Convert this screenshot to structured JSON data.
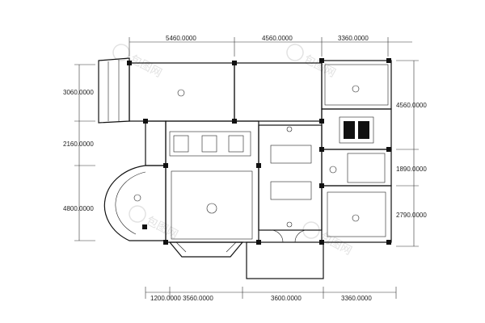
{
  "dimensions": {
    "top": [
      "5460.0000",
      "4560.0000",
      "3360.0000"
    ],
    "left": [
      "3060.0000",
      "2160.0000",
      "4800.0000"
    ],
    "right": [
      "4560.0000",
      "1890.0000",
      "2790.0000"
    ],
    "bottom": [
      "1200.0000",
      "3560.0000",
      "3600.0000",
      "3360.0000"
    ]
  },
  "watermark": {
    "text": "包图网",
    "icon": "watermark-logo-icon"
  },
  "colors": {
    "line": "#111111",
    "watermark": "#d6d6d6",
    "background": "#ffffff"
  }
}
